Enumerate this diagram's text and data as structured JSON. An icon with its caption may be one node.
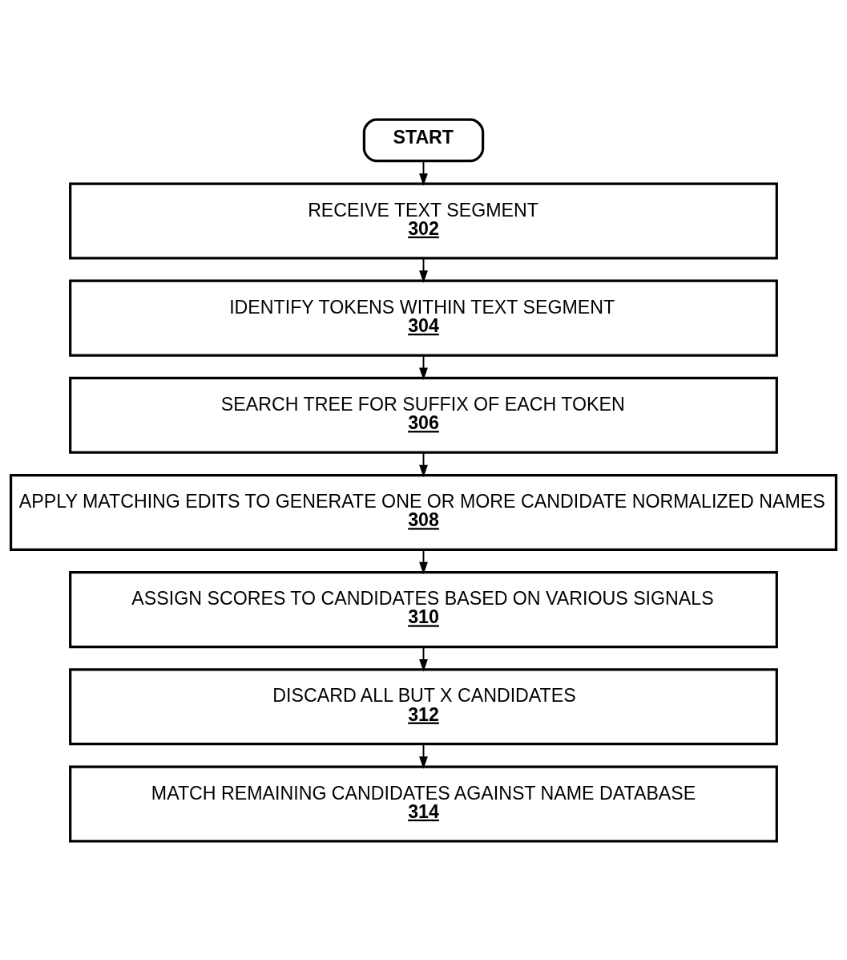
{
  "diagram": {
    "nodes": [
      {
        "text": [
          "START"
        ]
      },
      {
        "text": [
          "RECEIVE TEXT SEGMENT",
          "302"
        ]
      },
      {
        "text": [
          "IDENTIFY TOKENS WITHIN TEXT SEGMENT",
          "304"
        ]
      },
      {
        "text": [
          "SEARCH TREE FOR SUFFIX OF EACH TOKEN",
          "306"
        ]
      },
      {
        "text": [
          "APPLY MATCHING EDITS TO GENERATE ONE OR MORE CANDIDATE NORMALIZED NAMES",
          "308"
        ]
      },
      {
        "text": [
          "ASSIGN SCORES TO CANDIDATES BASED ON VARIOUS SIGNALS",
          "310"
        ]
      },
      {
        "text": [
          "DISCARD ALL BUT X CANDIDATES",
          "312"
        ]
      },
      {
        "text": [
          "MATCH REMAINING CANDIDATES AGAINST NAME DATABASE",
          "314"
        ]
      }
    ],
    "edges": [
      {
        "from": 0,
        "to": 1,
        "arrow": "to"
      },
      {
        "from": 1,
        "to": 2,
        "arrow": "to"
      },
      {
        "from": 2,
        "to": 3,
        "arrow": "to"
      },
      {
        "from": 3,
        "to": 4,
        "arrow": "to"
      },
      {
        "from": 4,
        "to": 5,
        "arrow": "to"
      },
      {
        "from": 5,
        "to": 6,
        "arrow": "to"
      },
      {
        "from": 6,
        "to": 7,
        "arrow": "to"
      }
    ]
  }
}
